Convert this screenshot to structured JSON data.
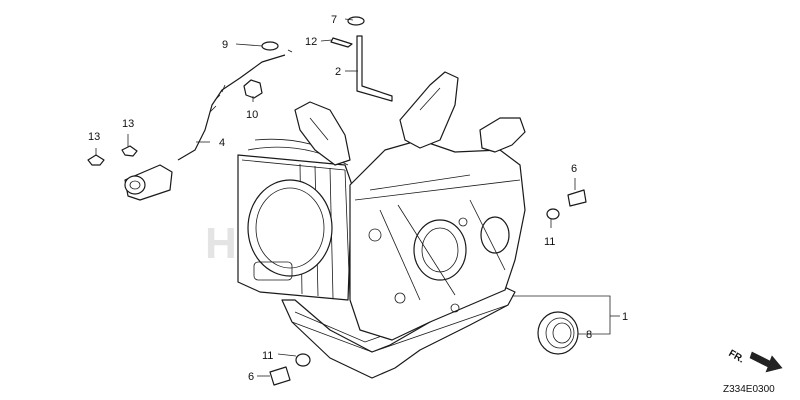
{
  "diagram": {
    "callouts": {
      "c1": "1",
      "c2": "2",
      "c4": "4",
      "c6a": "6",
      "c6b": "6",
      "c7": "7",
      "c8": "8",
      "c9": "9",
      "c10": "10",
      "c11a": "11",
      "c11b": "11",
      "c12": "12",
      "c13a": "13",
      "c13b": "13"
    },
    "direction_label": "FR.",
    "diagram_code": "Z334E0300",
    "watermark": "HONDA"
  }
}
